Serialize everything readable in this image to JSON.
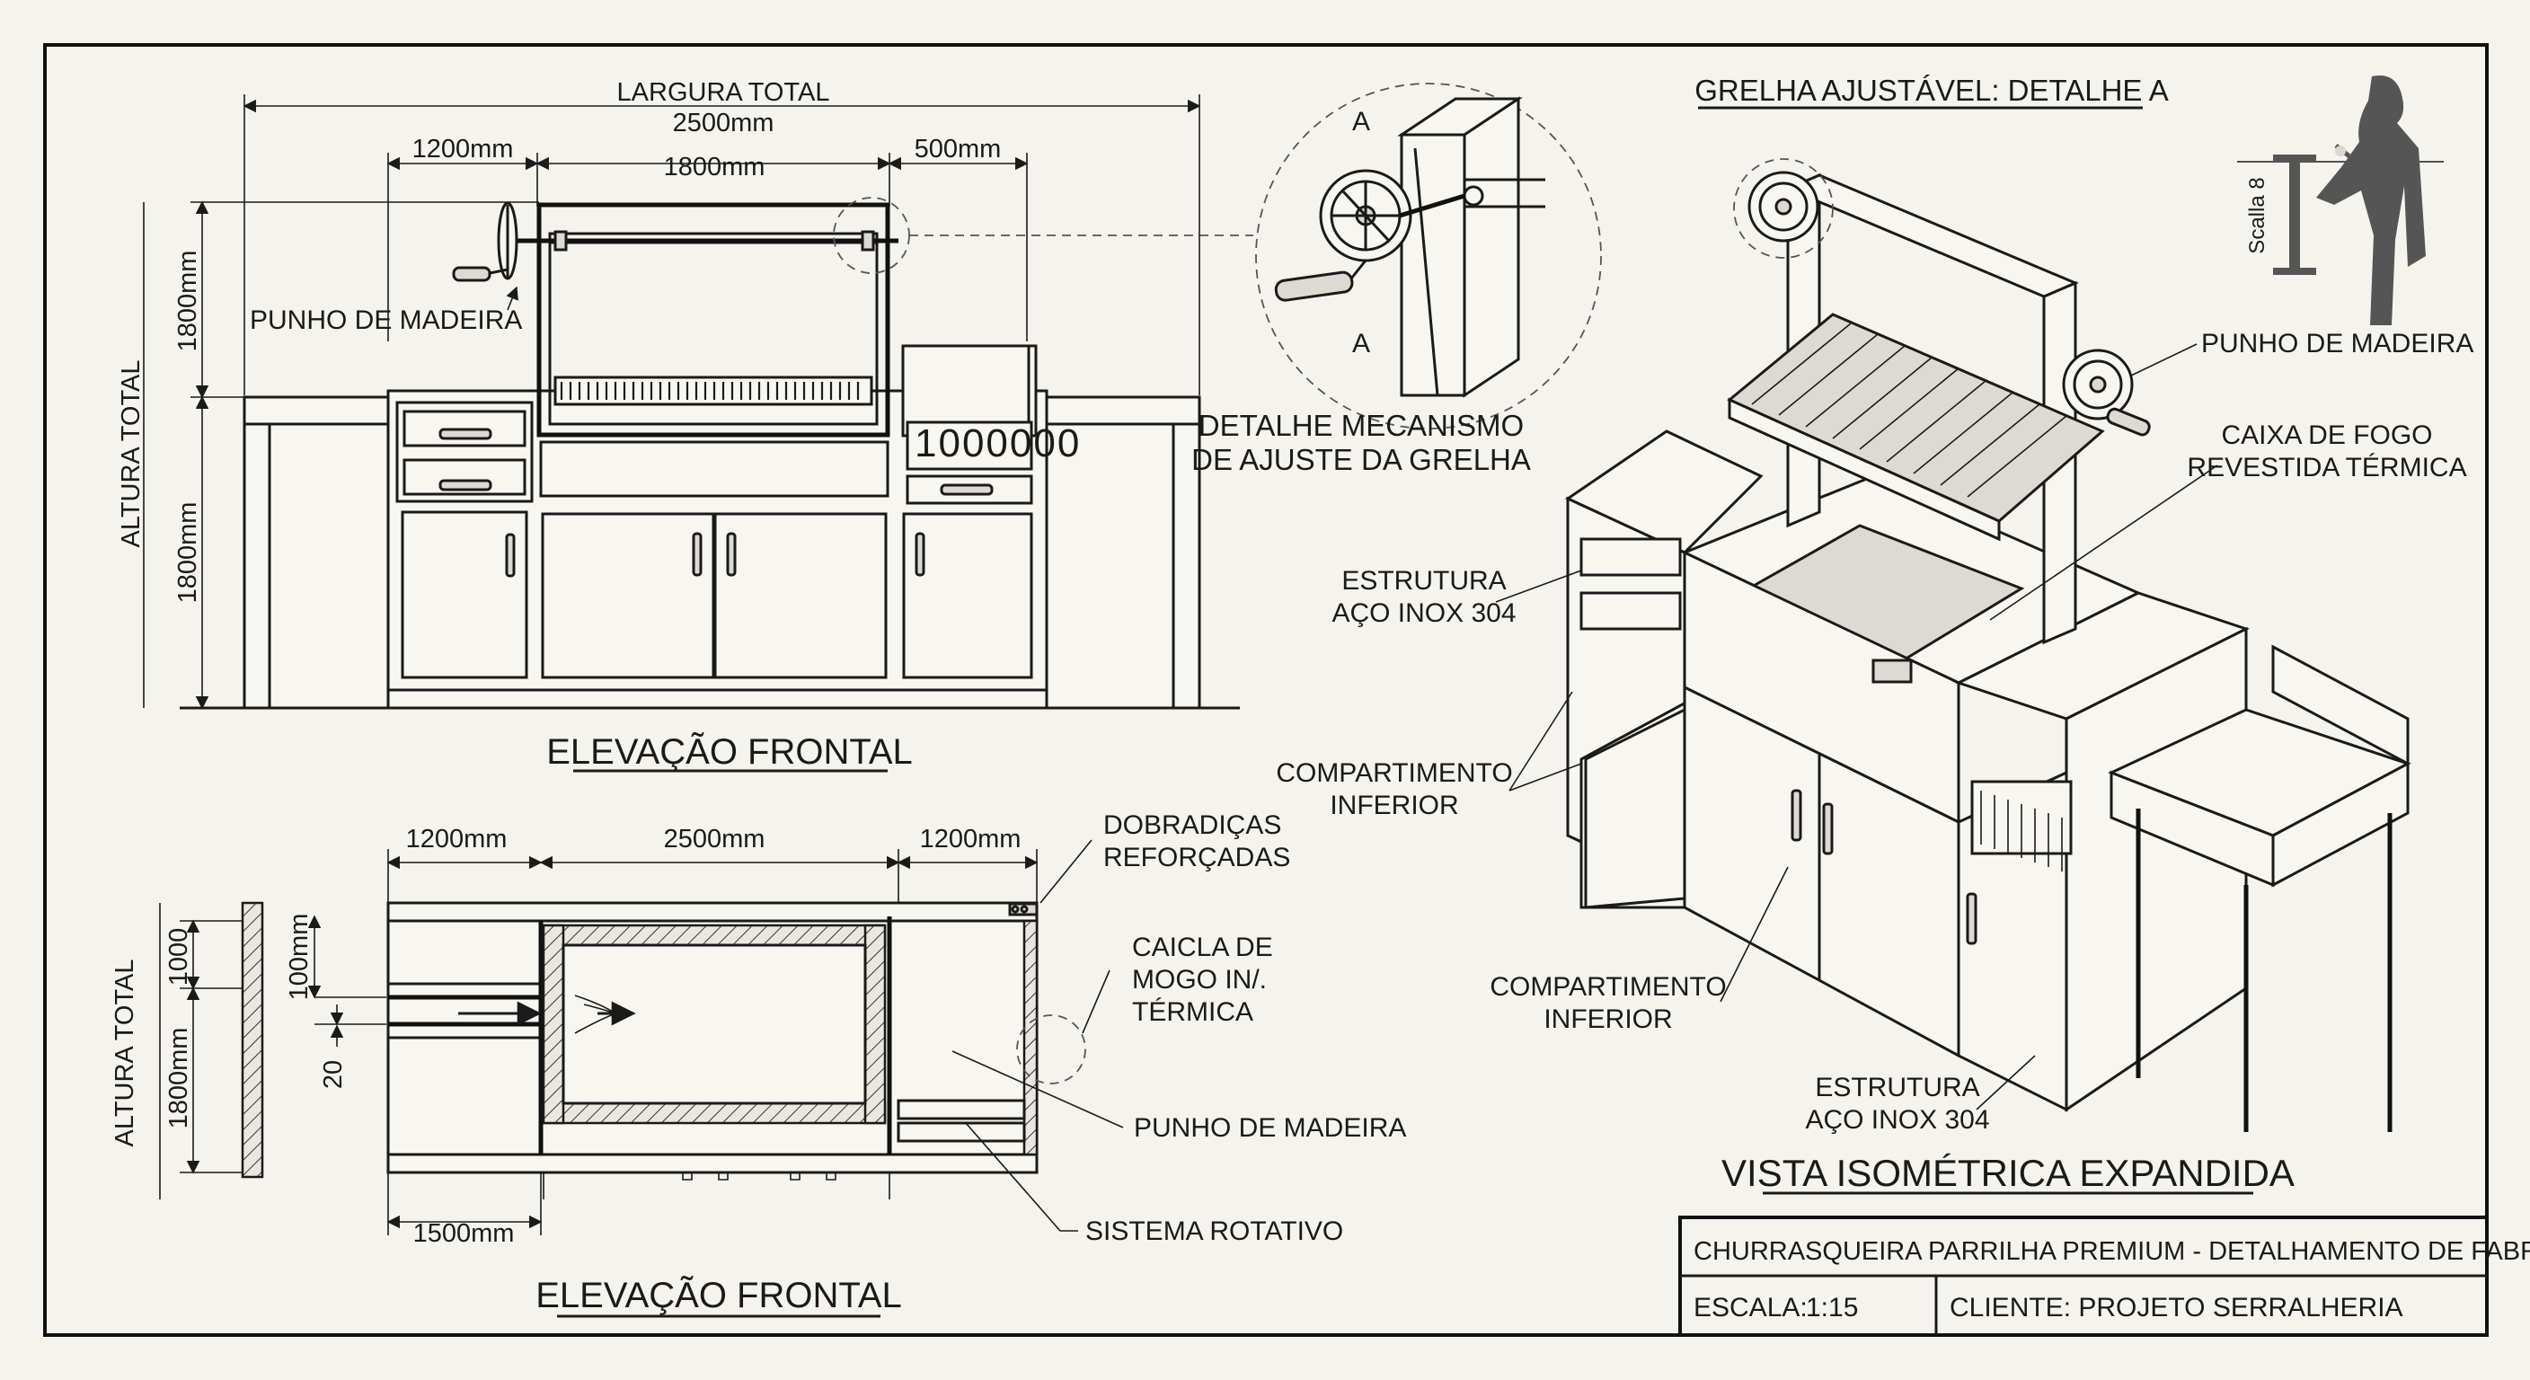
{
  "elevation_top": {
    "title": "ELEVAÇÃO FRONTAL",
    "total_width_label": "LARGURA TOTAL",
    "total_width_value": "2500mm",
    "dim_left": "1200mm",
    "dim_center": "1800mm",
    "dim_right": "500mm",
    "dim_upper_height": "1800mm",
    "dim_lower_height": "1800mm",
    "total_height_label": "ALTURA TOTAL",
    "handle_label": "PUNHO DE MADEIRA",
    "vent_digits": "1000000"
  },
  "detail_mechanism": {
    "title_line1": "DETALHE MECANISMO",
    "title_line2": "DE AJUSTE DA GRELHA",
    "marker_top": "A",
    "marker_bottom": "A"
  },
  "isometric": {
    "top_title": "GRELHA AJUSTÁVEL: DETALHE A",
    "title": "VISTA ISOMÉTRICA EXPANDIDA",
    "handle_label": "PUNHO DE MADEIRA",
    "firebox_line1": "CAIXA DE FOGO",
    "firebox_line2": "REVESTIDA TÉRMICA",
    "structure_line1": "ESTRUTURA",
    "structure_line2": "AÇO INOX 304",
    "compartment_line1": "COMPARTIMENTO",
    "compartment_line2": "INFERIOR",
    "compartment2_line1": "COMPARTIMENTO",
    "compartment2_line2": "INFERIOR",
    "structure2_line1": "ESTRUTURA",
    "structure2_line2": "AÇO INOX 304",
    "scale_text": "Scalla 8"
  },
  "elevation_bottom": {
    "title": "ELEVAÇÃO FRONTAL",
    "dim_left": "1200mm",
    "dim_center": "2500mm",
    "dim_right": "1200mm",
    "dim_bottom": "1500mm",
    "dim_upper": "1000",
    "dim_100": "100mm",
    "dim_20": "20",
    "dim_lower": "1800mm",
    "total_height_label": "ALTURA TOTAL",
    "hinges_line1": "DOBRADIÇAS",
    "hinges_line2": "REFORÇADAS",
    "firebox_line1": "CAICLA DE",
    "firebox_line2": "MOGO IN/.",
    "firebox_line3": "TÉRMICA",
    "handle_label": "PUNHO DE MADEIRA",
    "rotary_label": "SISTEMA ROTATIVO"
  },
  "title_block": {
    "project": "CHURRASQUEIRA PARRILHA PREMIUM - DETALHAMENTO DE FABRICAÇÃO",
    "scale_label": "ESCALA:",
    "scale_value": "1:15",
    "client": "CLIENTE: PROJETO SERRALHERIA"
  }
}
